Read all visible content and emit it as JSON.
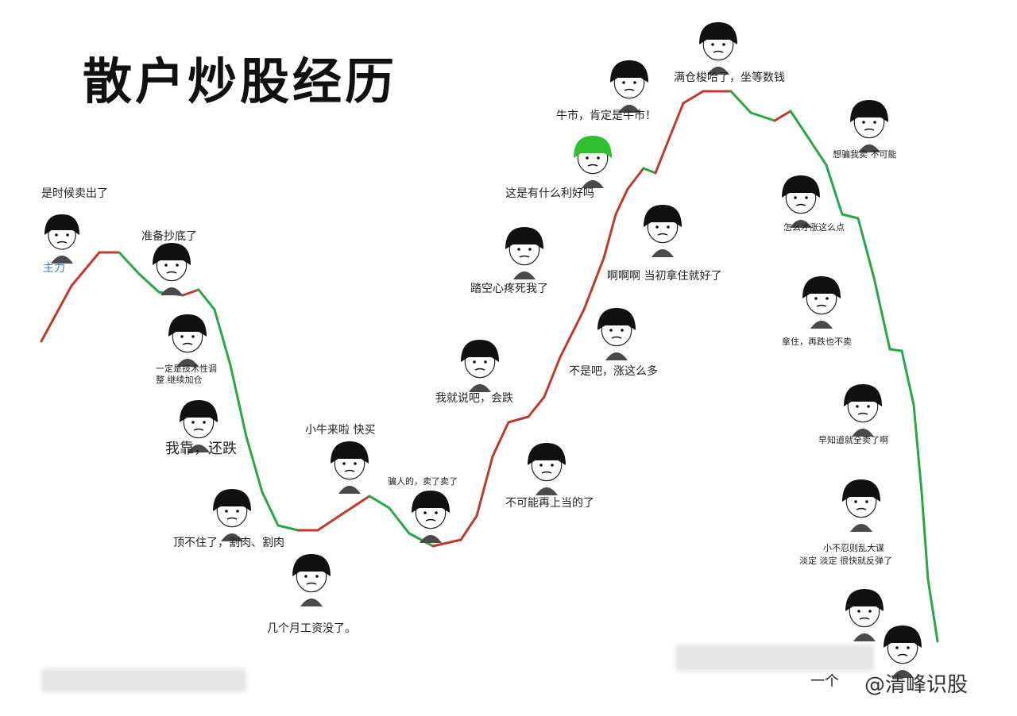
{
  "title": "散户炒股经历",
  "watermark": "@清峰识股",
  "colors": {
    "rise": "#c0392b",
    "fall": "#27a844",
    "face": "#ffffff",
    "hair": "#111111",
    "helmet": "#2fbf2f"
  },
  "captions": [
    {
      "text": "是时候卖出了",
      "style": "normal"
    },
    {
      "text": "主力",
      "style": "normal"
    },
    {
      "text": "准备抄底了",
      "style": "normal"
    },
    {
      "text": "一定是技术性调",
      "style": "small"
    },
    {
      "text": "整 继续加仓",
      "style": "small"
    },
    {
      "text": "我靠，还跌",
      "style": "big"
    },
    {
      "text": "顶不住了，割肉、割肉",
      "style": "normal"
    },
    {
      "text": "几个月工资没了。",
      "style": "normal"
    },
    {
      "text": "小牛来啦 快买",
      "style": "normal"
    },
    {
      "text": "骗人的，卖了卖了",
      "style": "small"
    },
    {
      "text": "我就说吧，会跌",
      "style": "normal"
    },
    {
      "text": "不可能再上当的了",
      "style": "normal"
    },
    {
      "text": "踏空心疼死我了",
      "style": "normal"
    },
    {
      "text": "不是吧，涨这么多",
      "style": "normal"
    },
    {
      "text": "这是有什么利好吗",
      "style": "normal"
    },
    {
      "text": "啊啊啊 当初拿住就好了",
      "style": "normal"
    },
    {
      "text": "牛市，肯定是牛市！",
      "style": "normal"
    },
    {
      "text": "满仓梭哈了，坐等数钱",
      "style": "normal"
    },
    {
      "text": "想骗我卖 不可能",
      "style": "small"
    },
    {
      "text": "怎么才涨这么点",
      "style": "small"
    },
    {
      "text": "拿住，再跌也不卖",
      "style": "small"
    },
    {
      "text": "早知道就全卖了啊",
      "style": "small"
    },
    {
      "text": "小不忍则乱大谋",
      "style": "small"
    },
    {
      "text": "淡定 淡定 很快就反弹了",
      "style": "small"
    },
    {
      "text": "一个",
      "style": "normal"
    }
  ],
  "icons": [
    "boss-face-icon",
    "meme-face-icon",
    "meme-face-icon",
    "meme-face-icon",
    "meme-face-icon",
    "meme-face-icon",
    "meme-face-icon",
    "meme-face-icon",
    "meme-face-icon",
    "meme-face-icon",
    "meme-face-icon",
    "meme-face-icon",
    "meme-face-icon",
    "helmet-face-icon",
    "meme-face-icon",
    "meme-face-icon",
    "meme-face-icon",
    "meme-face-icon",
    "meme-face-icon",
    "meme-face-icon",
    "meme-face-icon",
    "meme-face-icon",
    "meme-face-icon"
  ]
}
